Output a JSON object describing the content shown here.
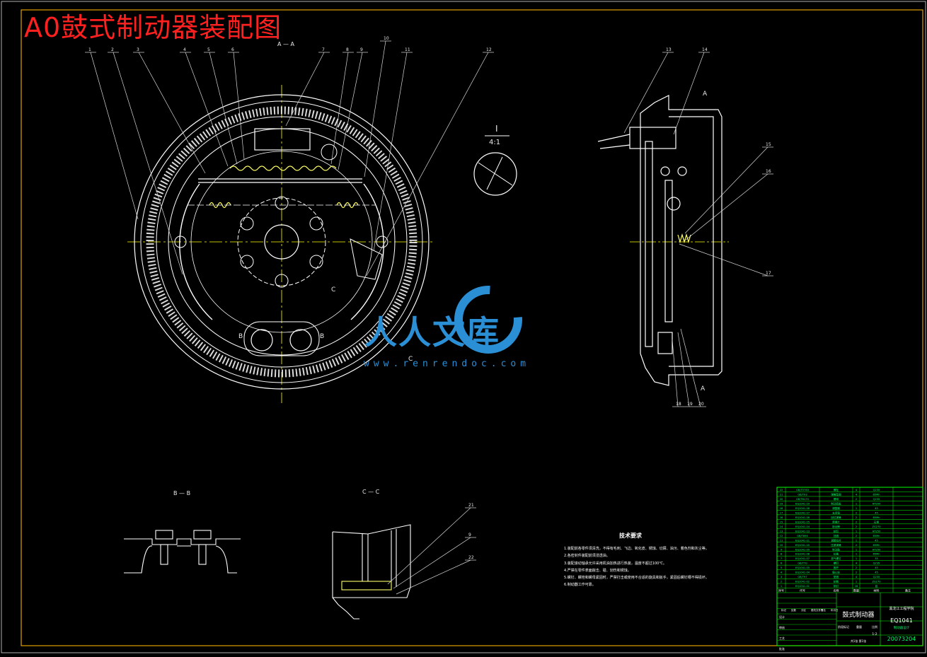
{
  "drawing": {
    "title": "A0鼓式制动器装配图",
    "watermark": {
      "brand": "人人文库",
      "url": "www.renrendoc.com"
    },
    "section_labels": {
      "a_a": "A — A",
      "b_b": "B — B",
      "c_c": "C — C",
      "detail_num": "I",
      "detail_scale": "4:1"
    },
    "view_markers": {
      "a": "A",
      "b": "B",
      "c": "C"
    },
    "main_view_leaders": [
      "1",
      "2",
      "3",
      "4",
      "5",
      "6",
      "7",
      "8",
      "9",
      "10",
      "11",
      "12"
    ],
    "side_view_leaders": [
      "13",
      "14",
      "15",
      "16",
      "17",
      "18",
      "19",
      "20"
    ],
    "cc_leaders": [
      "21",
      "9",
      "22"
    ],
    "tech_requirements": {
      "heading": "技术要求",
      "items": [
        "1.装配前各零件须清洗，不得有毛刺、飞边、氧化皮、锈蚀、切屑、油污、着色剂和灰尘等。",
        "2.各密封件装配前须浸透油。",
        "3.装配滚动轴承允许采用机油加热进行热装，温度不超过100℃。",
        "4.严禁在零件表面敲击、碰、划伤和锈蚀。",
        "5.螺钉、螺栓和螺母紧固时，严禁打击或使用不合适的旋具和扳手，紧固后螺钉槽不得损坏。",
        "6.制动器工作可靠。"
      ]
    },
    "title_block": {
      "drawing_name": "鼓式制动器",
      "school": "黑龙江工程学院",
      "model_code": "EQ1041",
      "subtitle": "制动器设计",
      "drawing_number": "20073204",
      "scale": "1:2",
      "sheet_note": "共1张 第1张",
      "header_row": [
        "序号",
        "代号",
        "名称",
        "数量",
        "材料",
        "备注"
      ],
      "stage_row": [
        "阶段标记",
        "重量",
        "比例"
      ],
      "design_rows": [
        "标记",
        "处数",
        "分区",
        "更改文件号",
        "签名",
        "年月日"
      ],
      "signature_rows": [
        "设计",
        "审核",
        "工艺",
        "批准"
      ],
      "bom_rows": [
        [
          "22",
          "GB/T5783",
          "螺栓",
          "4",
          "Q235",
          ""
        ],
        [
          "21",
          "GB/T93",
          "弹簧垫圈",
          "4",
          "65Mn",
          ""
        ],
        [
          "20",
          "GB/T6170",
          "螺母",
          "2",
          "Q235",
          ""
        ],
        [
          "19",
          "EQ1041-19",
          "制动底板",
          "1",
          "HT200",
          ""
        ],
        [
          "18",
          "EQ1041-18",
          "调整器",
          "1",
          "45",
          ""
        ],
        [
          "17",
          "EQ1041-17",
          "支承销",
          "2",
          "45",
          ""
        ],
        [
          "16",
          "EQ1041-16",
          "回位弹簧",
          "2",
          "65Mn",
          ""
        ],
        [
          "15",
          "EQ1041-15",
          "摩擦片",
          "2",
          "石棉",
          ""
        ],
        [
          "14",
          "EQ1041-14",
          "制动蹄",
          "2",
          "ZG270",
          ""
        ],
        [
          "13",
          "EQ1041-13",
          "轮缸",
          "1",
          "HT250",
          ""
        ],
        [
          "12",
          "GB/T894",
          "挡圈",
          "2",
          "65Mn",
          ""
        ],
        [
          "11",
          "EQ1041-11",
          "调整拉杆",
          "1",
          "45",
          ""
        ],
        [
          "10",
          "EQ1041-10",
          "压紧弹簧",
          "2",
          "65Mn",
          ""
        ],
        [
          "9",
          "EQ1041-09",
          "制动鼓",
          "1",
          "HT250",
          ""
        ],
        [
          "8",
          "EQ1041-08",
          "拉簧",
          "1",
          "65Mn",
          ""
        ],
        [
          "7",
          "EQ1041-07",
          "放气螺钉",
          "1",
          "35",
          ""
        ],
        [
          "6",
          "GB/T70",
          "螺钉",
          "4",
          "Q235",
          ""
        ],
        [
          "5",
          "EQ1041-05",
          "推杆",
          "2",
          "45",
          ""
        ],
        [
          "4",
          "EQ1041-04",
          "偏心轮",
          "2",
          "45",
          ""
        ],
        [
          "3",
          "GB/T97",
          "垫圈",
          "4",
          "Q235",
          ""
        ],
        [
          "2",
          "EQ1041-02",
          "轮毂",
          "1",
          "ZG270",
          ""
        ],
        [
          "1",
          "EQ1041-01",
          "铆钉",
          "16",
          "铝",
          ""
        ]
      ]
    },
    "colors": {
      "line": "#ffffff",
      "center_line": "#ffff00",
      "leader": "#d8d8d8",
      "frame": "#e0a000",
      "spring": "#ffff66",
      "table_grid": "#00ff00",
      "table_text": "#00ff66",
      "title": "#ff2020",
      "watermark": "#2b8fd6"
    }
  }
}
